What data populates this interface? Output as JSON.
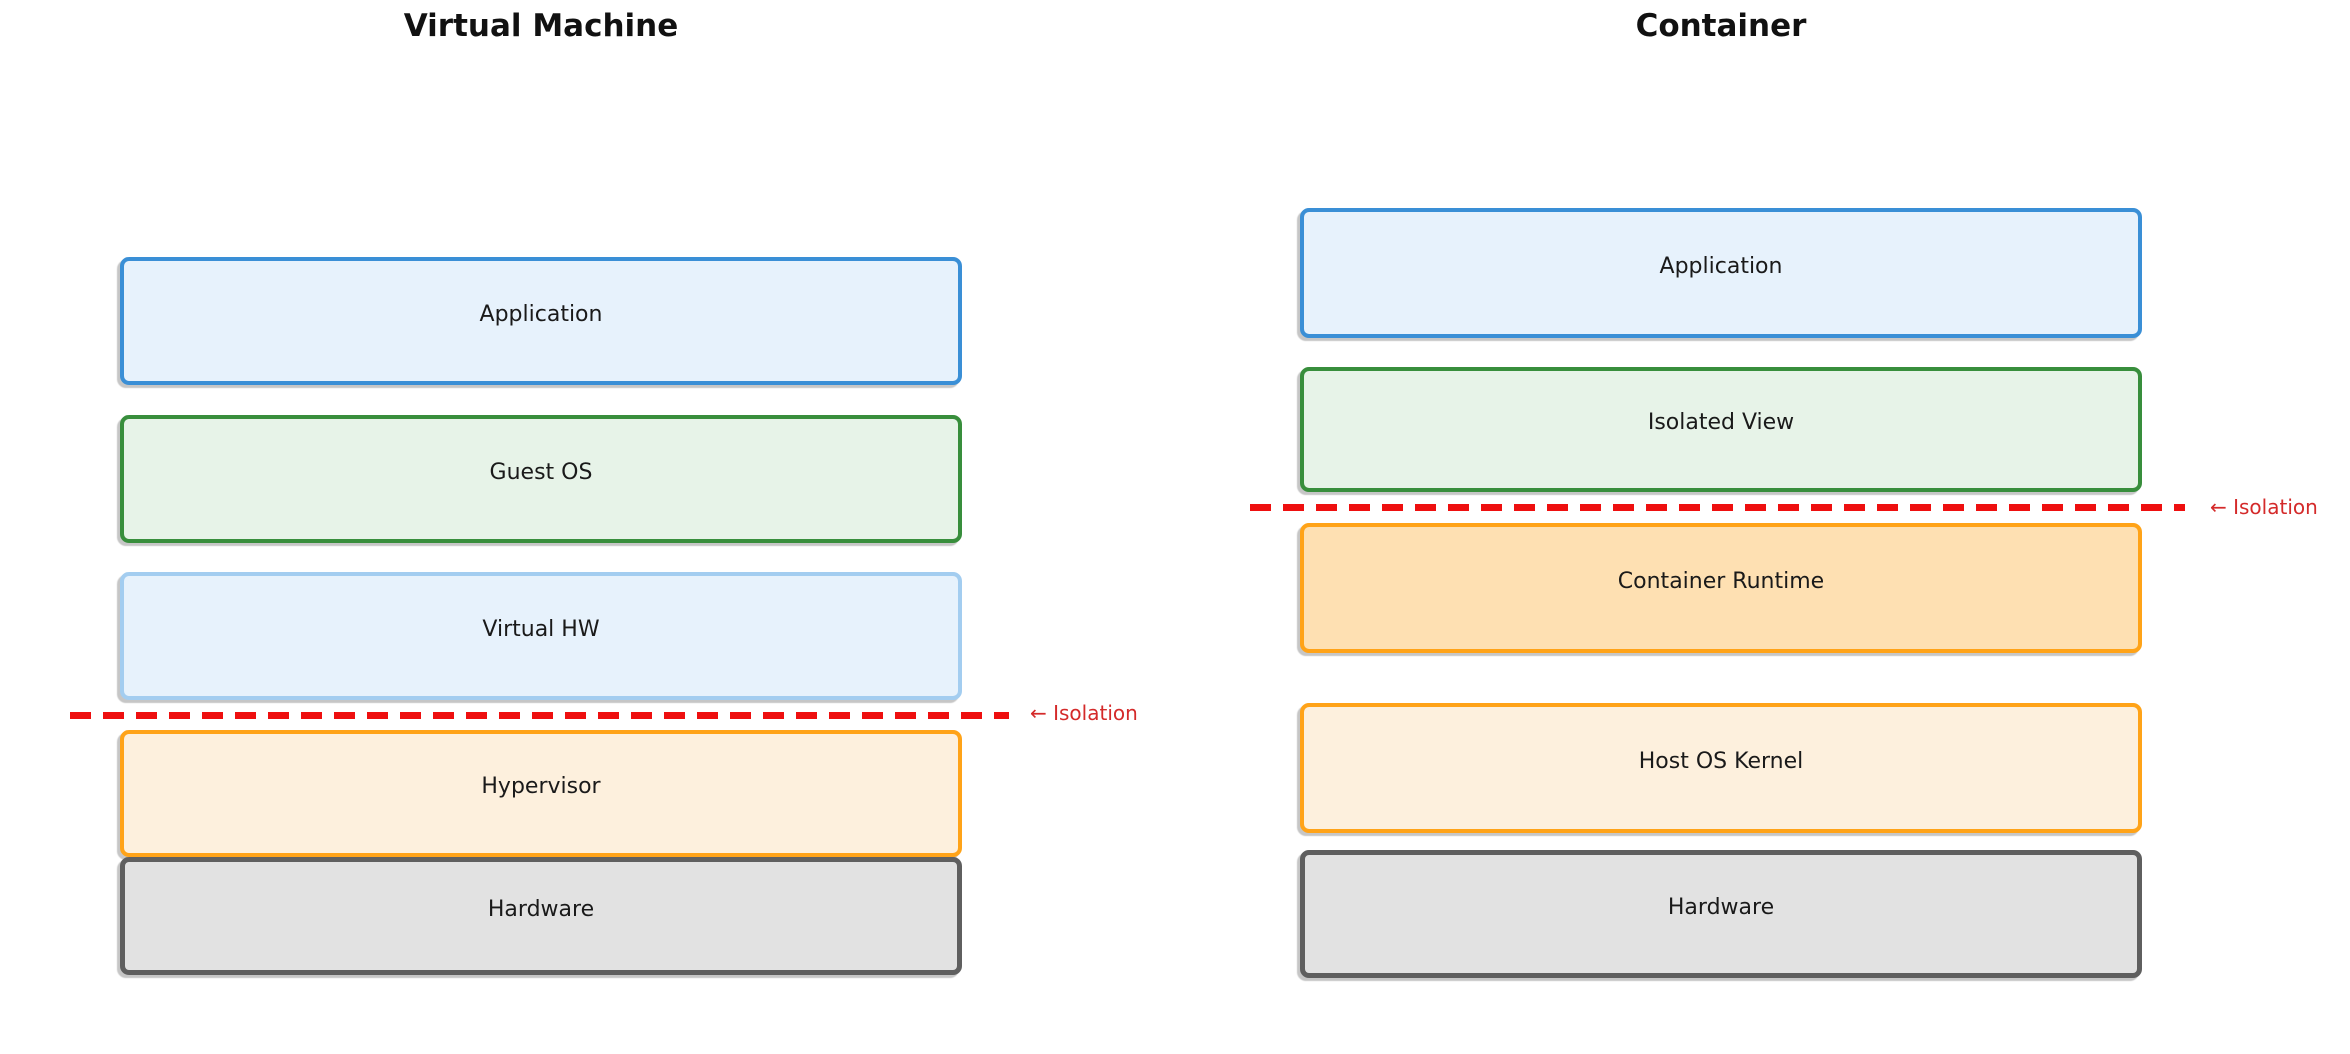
{
  "palette": {
    "blue_border": "#3a8fd6",
    "blue_fill": "#e7f2fc",
    "lightblue_border": "#a3cdf0",
    "green_border": "#388e3c",
    "green_fill": "#e7f3e8",
    "orange_border": "#ffa318",
    "cream_fill": "#fdf0dd",
    "orange_fill": "#fee0b2",
    "gray_border": "#5f5f5f",
    "gray_fill": "#e2e2e2",
    "red_line": "#ee0f0f",
    "red_text": "#d42a2a",
    "text": "#1a1a1a"
  },
  "diagram": {
    "left": {
      "title": "Virtual Machine",
      "boxes": [
        {
          "label": "Application"
        },
        {
          "label": "Guest OS"
        },
        {
          "label": "Virtual HW"
        },
        {
          "label": "Hypervisor"
        },
        {
          "label": "Hardware"
        }
      ],
      "isolation_label": "← Isolation"
    },
    "right": {
      "title": "Container",
      "boxes": [
        {
          "label": "Application"
        },
        {
          "label": "Isolated View"
        },
        {
          "label": "Container Runtime"
        },
        {
          "label": "Host OS Kernel"
        },
        {
          "label": "Hardware"
        }
      ],
      "isolation_label": "← Isolation"
    }
  }
}
